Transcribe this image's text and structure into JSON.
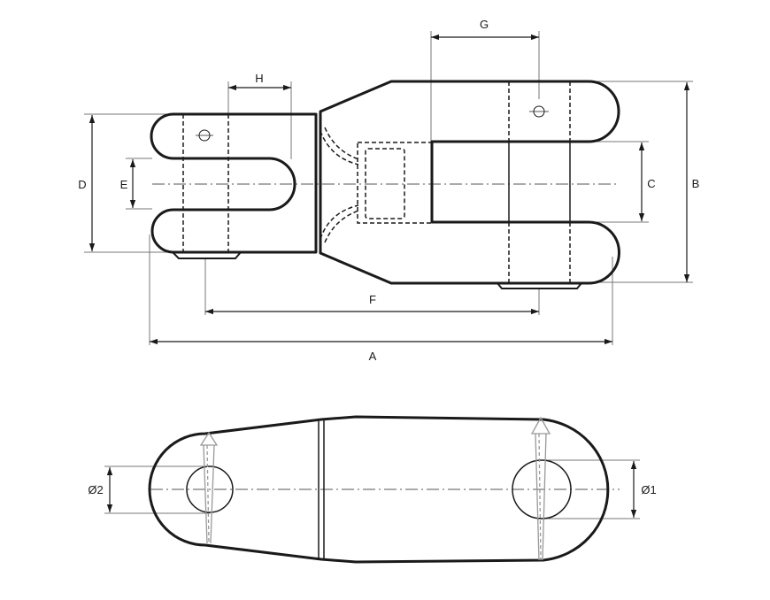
{
  "colors": {
    "outline": "#1a1a1a",
    "hidden": "#1a1a1a",
    "dimension": "#1a1a1a",
    "centerline": "#555555",
    "extension": "#777777",
    "arrow_gray": "#999999"
  },
  "top_view": {
    "dimensions": {
      "a": "A",
      "b": "B",
      "c": "C",
      "d": "D",
      "e": "E",
      "f": "F",
      "g": "G",
      "h": "H"
    }
  },
  "bottom_view": {
    "dimensions": {
      "dia1": "Ø1",
      "dia2": "Ø2"
    }
  }
}
